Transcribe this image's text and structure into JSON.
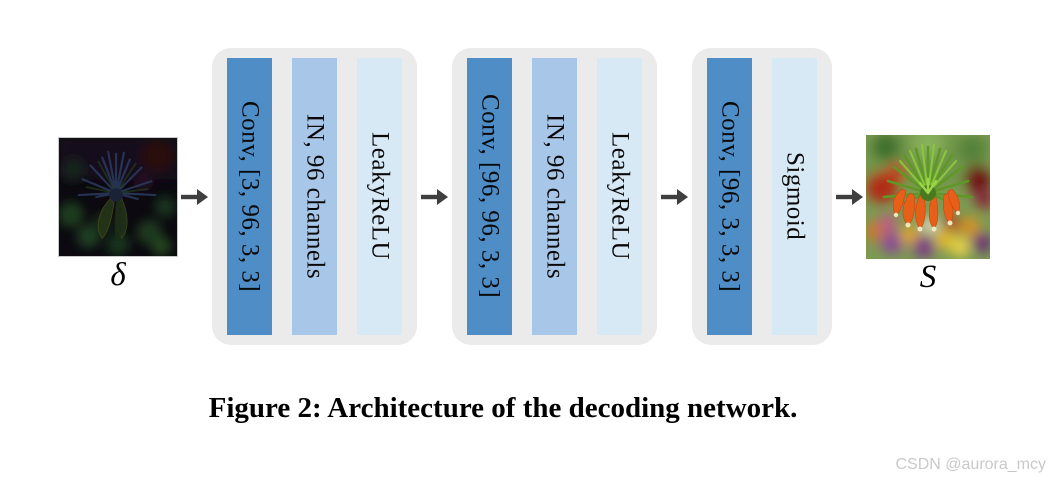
{
  "figure": {
    "caption": "Figure 2: Architecture of the decoding network.",
    "input_label": "δ",
    "output_label": "S"
  },
  "diagram": {
    "blocks": [
      {
        "bars": [
          {
            "label": "Conv, [3, 96, 3, 3]",
            "type": "conv"
          },
          {
            "label": "IN, 96 channels",
            "type": "instance-norm"
          },
          {
            "label": "LeakyReLU",
            "type": "activation"
          }
        ]
      },
      {
        "bars": [
          {
            "label": "Conv, [96, 96, 3, 3]",
            "type": "conv"
          },
          {
            "label": "IN, 96 channels",
            "type": "instance-norm"
          },
          {
            "label": "LeakyReLU",
            "type": "activation"
          }
        ]
      },
      {
        "bars": [
          {
            "label": "Conv, [96, 3, 3, 3]",
            "type": "conv"
          },
          {
            "label": "Sigmoid",
            "type": "activation"
          }
        ]
      }
    ]
  },
  "colors": {
    "conv_bar": "#4E8DC6",
    "in_bar": "#A7C6E8",
    "activation_bar": "#D8E9F6",
    "block_bg": "#EBEBEB",
    "arrow": "#3F3F3F"
  },
  "watermark": {
    "text": "CSDN @aurora_mcy"
  }
}
